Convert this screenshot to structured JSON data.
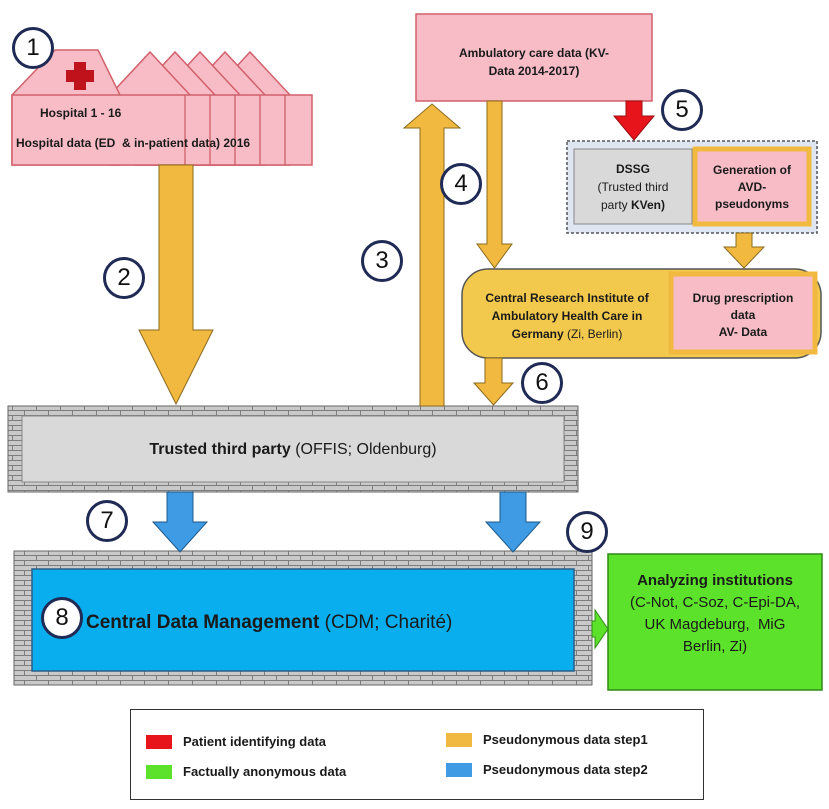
{
  "step_numbers": [
    "1",
    "2",
    "3",
    "4",
    "5",
    "6",
    "7",
    "8",
    "9"
  ],
  "hospital": {
    "title": "Hospital  1 - 16",
    "subtitle": "Hospital data (ED  & in-patient data) 2016"
  },
  "ambulatory": {
    "line1": "Ambulatory care data (KV-",
    "line2": "Data 2014-2017)"
  },
  "dssg": {
    "line1": "DSSG",
    "line2": "(Trusted third",
    "line3_a": "party ",
    "line3_b": "KVen)"
  },
  "avd": {
    "line1": "Generation of",
    "line2": "AVD-",
    "line3": "pseudonyms"
  },
  "zi": {
    "line1": "Central Research Institute of",
    "line2": "Ambulatory Health Care in",
    "line3_a": "Germany ",
    "line3_b": "(Zi, Berlin)"
  },
  "drug": {
    "line1": "Drug prescription",
    "line2": "data",
    "line3": "AV- Data"
  },
  "ttp": {
    "bold": "Trusted third party ",
    "normal": "(OFFIS; Oldenburg)"
  },
  "cdm": {
    "bold": "Central Data Management ",
    "normal": "(CDM; Charité)"
  },
  "analyzing": {
    "title": "Analyzing institutions",
    "line1": "(C-Not, C-Soz, C-Epi-DA,",
    "line2": "UK Magdeburg,  MiG",
    "line3": "Berlin, Zi)"
  },
  "legend": {
    "items": [
      {
        "label": "Patient identifying data",
        "color": "#e8141b"
      },
      {
        "label": "Factually anonymous data",
        "color": "#5ce22a"
      },
      {
        "label": "Pseudonymous data step1",
        "color": "#f2b941"
      },
      {
        "label": "Pseudonymous data step2",
        "color": "#3e9be4"
      }
    ]
  },
  "colors": {
    "pink": "#f7bcc6",
    "orange": "#f2b941",
    "blue": "#08aeee",
    "green": "#5ce22a",
    "gray": "#d9d9d9",
    "red": "#e8141b"
  }
}
